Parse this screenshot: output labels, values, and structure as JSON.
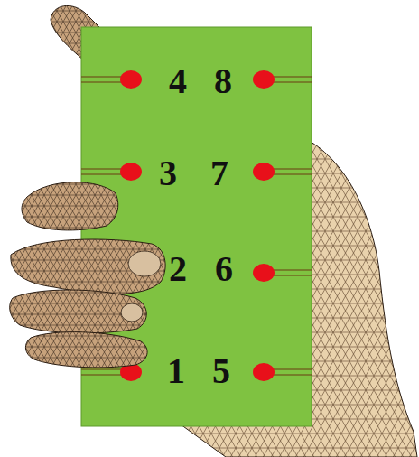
{
  "diagram": {
    "labels": [
      "4",
      "8",
      "3",
      "7",
      "2",
      "6",
      "1",
      "5"
    ]
  }
}
